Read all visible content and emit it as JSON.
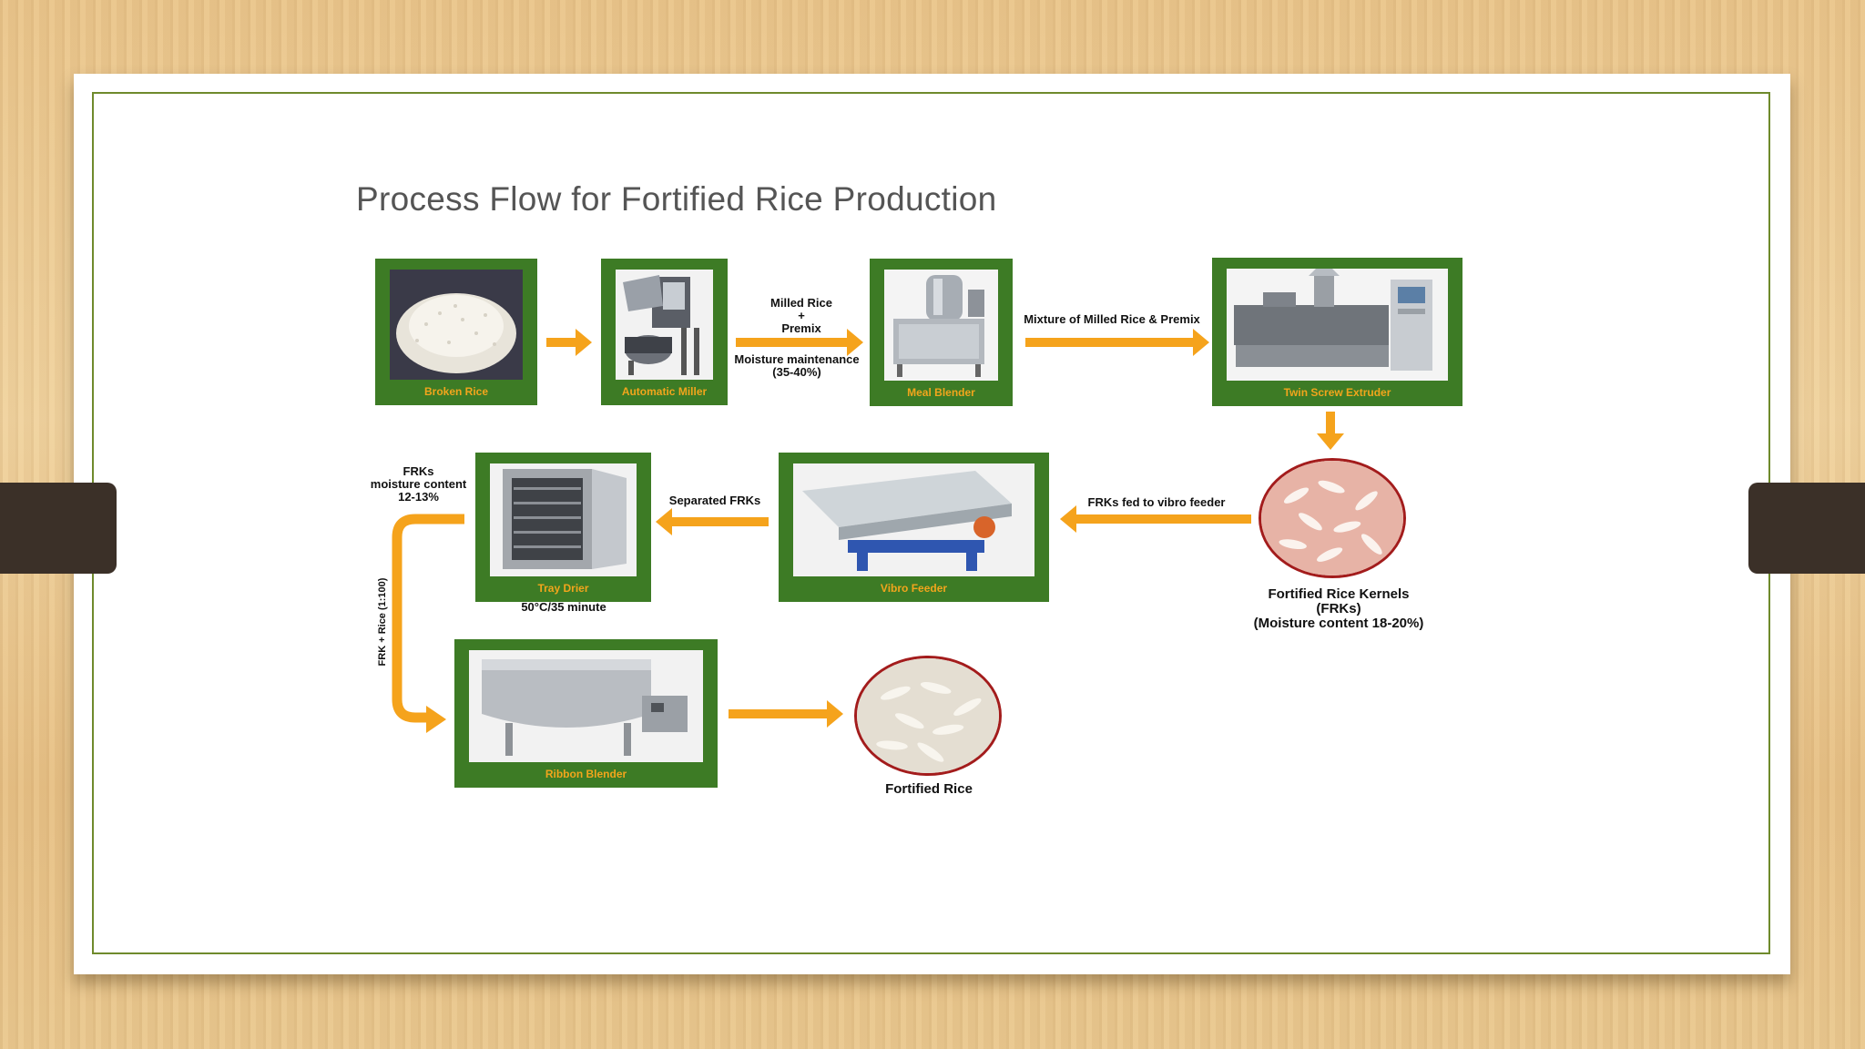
{
  "title": "Process Flow for Fortified Rice Production",
  "colors": {
    "frame_green": "#3d7b25",
    "label_orange": "#f2a51c",
    "arrow_orange": "#f5a31c",
    "circle_border": "#a31c1c",
    "border_line": "#6f8a2c"
  },
  "steps": [
    {
      "id": "broken-rice",
      "label": "Broken Rice"
    },
    {
      "id": "automatic-miller",
      "label": "Automatic Miller"
    },
    {
      "id": "meal-blender",
      "label": "Meal Blender"
    },
    {
      "id": "twin-screw-extruder",
      "label": "Twin Screw Extruder"
    },
    {
      "id": "vibro-feeder",
      "label": "Vibro Feeder"
    },
    {
      "id": "tray-drier",
      "label": "Tray Drier"
    },
    {
      "id": "ribbon-blender",
      "label": "Ribbon Blender"
    }
  ],
  "annotations": {
    "milled_rice": "Milled Rice",
    "plus": "+",
    "premix": "Premix",
    "moisture_maintenance": "Moisture maintenance",
    "moisture_range": "(35-40%)",
    "mixture": "Mixture of Milled Rice & Premix",
    "frks_fed": "FRKs fed to vibro feeder",
    "separated_frks": "Separated FRKs",
    "frks_line1": "FRKs",
    "frks_line2": "moisture content",
    "frks_line3": "12-13%",
    "drier_temp": "50°C/35 minute",
    "frk_rice_ratio": "FRK + Rice (1:100)"
  },
  "products": {
    "frk_line1": "Fortified Rice Kernels",
    "frk_line2": "(FRKs)",
    "frk_line3": "(Moisture content 18-20%)",
    "fortified_rice": "Fortified Rice"
  }
}
